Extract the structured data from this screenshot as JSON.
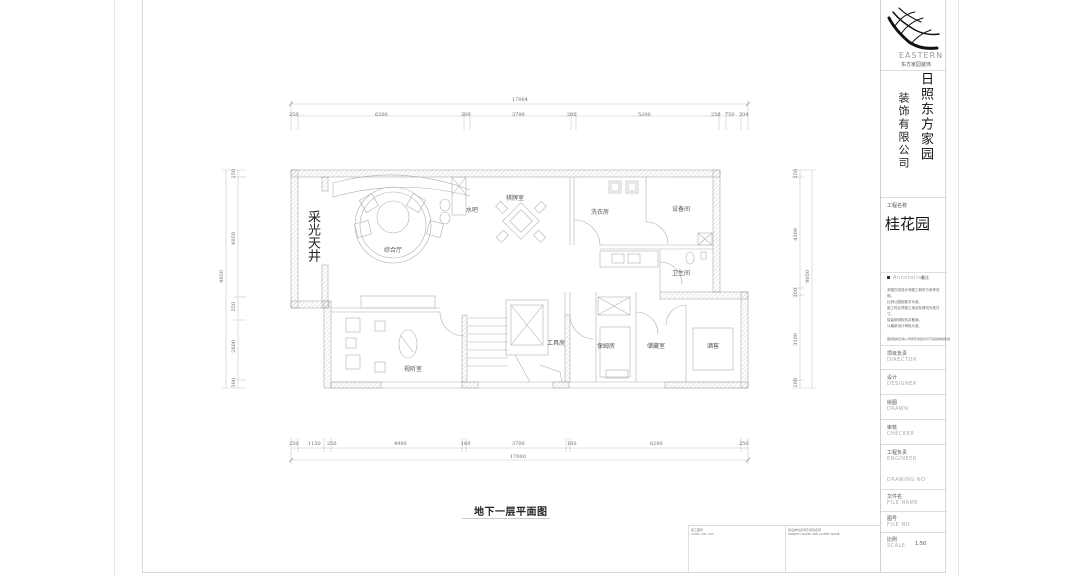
{
  "company": {
    "logo_text": "EASTERN",
    "logo_sub": "东方家园装饰",
    "name_col_right": "日照东方家园",
    "name_col_left": "装饰有限公司"
  },
  "project": {
    "label": "工程名称",
    "name": "桂花园"
  },
  "annotation": {
    "title_en": "Annotation",
    "title_cn": "备注",
    "lines": [
      "本图仅供设计师施工和甲方参考说明。",
      "比例以图纸数字为准。",
      "施工时必须按工地实际情况为准尺寸。",
      "保留使用权利并备案。",
      "以最新设计审批为准。"
    ],
    "footer": "图纸版权归本公司所有未经许可不得复制或使用"
  },
  "title_block": [
    {
      "cn": "项目负责",
      "en": "DIRECTOR"
    },
    {
      "cn": "设计",
      "en": "DESIGNER"
    },
    {
      "cn": "绘图",
      "en": "DRAWN"
    },
    {
      "cn": "审核",
      "en": "CHECKER"
    },
    {
      "cn": "工程负责",
      "en": "ENGINEER"
    },
    {
      "cn": "",
      "en": "DRAWING NO"
    },
    {
      "cn": "文件名",
      "en": "FILE NAME"
    },
    {
      "cn": "图号",
      "en": "FILE NO"
    },
    {
      "cn": "比例",
      "en": "SCALE",
      "value": "1:50"
    }
  ],
  "drawing": {
    "title": "地下一层平面图",
    "top_total": "17004",
    "top_dims": [
      "250",
      "6200",
      "200",
      "3700",
      "200",
      "5200",
      "250",
      "750",
      "204"
    ],
    "bottom_total": "17000",
    "bottom_dims": [
      "250",
      "1150",
      "250",
      "4900",
      "160",
      "3700",
      "160",
      "6200",
      "250"
    ],
    "left_total": "9050",
    "left_dims": [
      "250",
      "6050",
      "250",
      "2600",
      "300"
    ],
    "right_total": "9050",
    "right_dims": [
      "250",
      "4300",
      "200",
      "3100",
      "200"
    ],
    "rooms": {
      "lightwell": "采光天井",
      "multi_hall": "综合厅",
      "water_bar": "水吧",
      "chess_room": "棋牌室",
      "laundry": "洗衣房",
      "equipment": "设备间",
      "bathroom": "卫生间",
      "av_room": "视听室",
      "tool_room": "工具房",
      "nanny_room": "保姆房",
      "storage": "储藏室",
      "wine_cellar": "酒窖"
    }
  },
  "bottom_boxes": [
    {
      "line1": "施工图号",
      "line2": "CONS. NO. XXX"
    },
    {
      "line1": "建设单位名称及项目名称",
      "line2": "PROJECT NAME AND CLIENT NAME"
    }
  ]
}
